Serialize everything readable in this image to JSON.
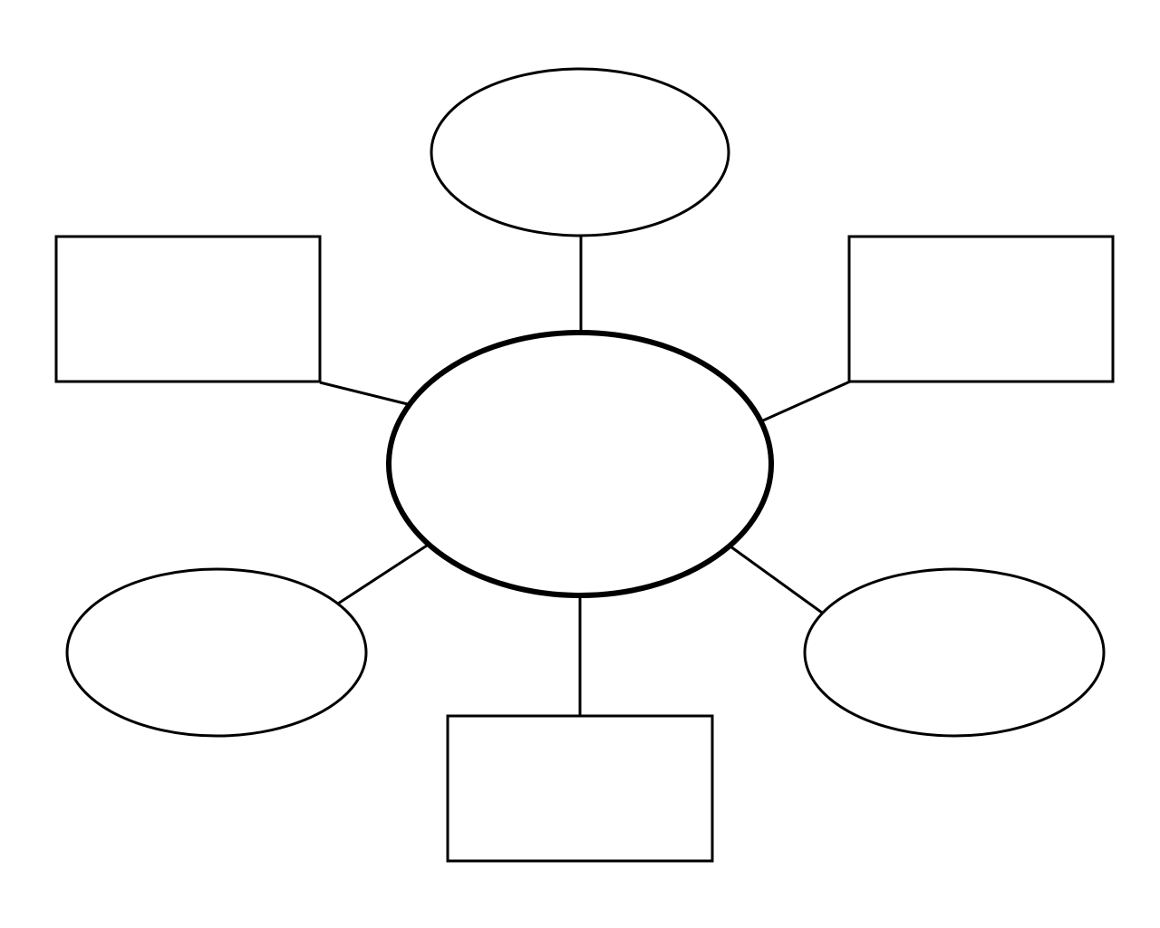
{
  "diagram": {
    "type": "web-organizer",
    "stroke_color": "#000000",
    "background_color": "#ffffff",
    "nodes": [
      {
        "id": "center",
        "shape": "ellipse",
        "label": ""
      },
      {
        "id": "top",
        "shape": "ellipse",
        "label": ""
      },
      {
        "id": "left",
        "shape": "rectangle",
        "label": ""
      },
      {
        "id": "right",
        "shape": "rectangle",
        "label": ""
      },
      {
        "id": "bottom-left",
        "shape": "ellipse",
        "label": ""
      },
      {
        "id": "bottom-right",
        "shape": "ellipse",
        "label": ""
      },
      {
        "id": "bottom",
        "shape": "rectangle",
        "label": ""
      }
    ],
    "edges": [
      [
        "center",
        "top"
      ],
      [
        "center",
        "left"
      ],
      [
        "center",
        "right"
      ],
      [
        "center",
        "bottom-left"
      ],
      [
        "center",
        "bottom-right"
      ],
      [
        "center",
        "bottom"
      ]
    ]
  }
}
